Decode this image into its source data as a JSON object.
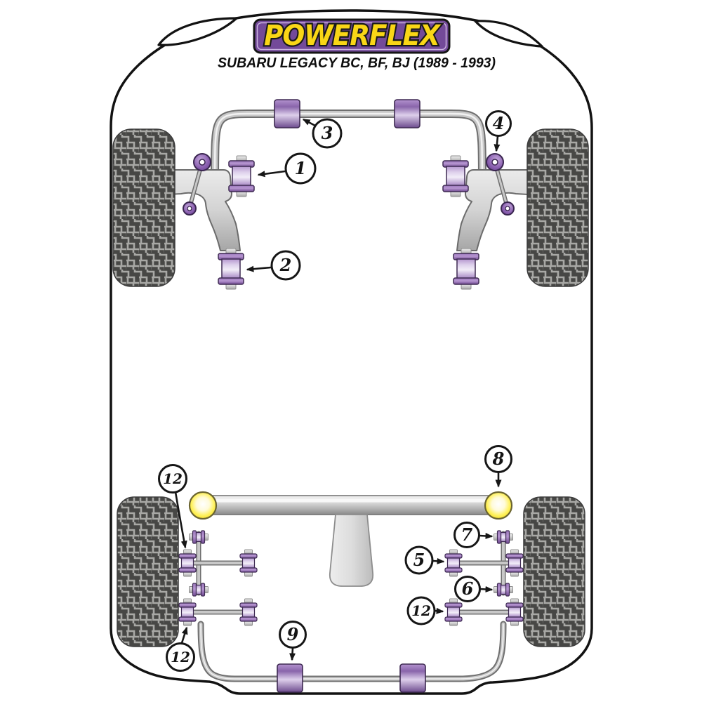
{
  "header": {
    "brand": "POWERFLEX",
    "subtitle": "SUBARU LEGACY BC, BF, BJ (1989 - 1993)"
  },
  "colors": {
    "logo_panel_purple": "#734a99",
    "logo_text_yellow": "#f9d616",
    "bushing_purple": "#7b569e",
    "bushing_barrel_light": "#ddcfeb",
    "bushing_yellow": "#f6de1e",
    "metal_gray": "#c8c8c8",
    "tire_dark": "#474745",
    "tread_light": "#a8a8a5"
  },
  "diagram": {
    "callouts": [
      {
        "label": "1"
      },
      {
        "label": "2"
      },
      {
        "label": "3"
      },
      {
        "label": "4"
      },
      {
        "label": "5"
      },
      {
        "label": "6"
      },
      {
        "label": "7"
      },
      {
        "label": "8"
      },
      {
        "label": "9"
      },
      {
        "label": "12"
      },
      {
        "label": "12"
      },
      {
        "label": "12"
      }
    ]
  }
}
